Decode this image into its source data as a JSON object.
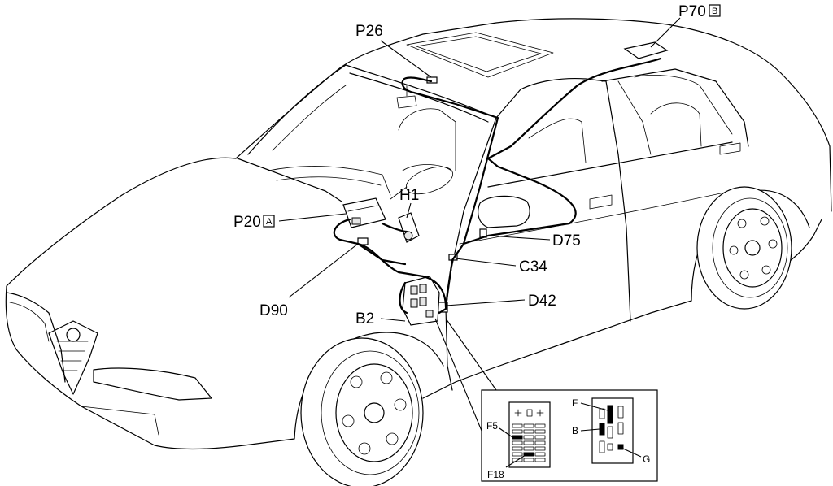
{
  "labels": {
    "p26": "P26",
    "p70": "P70",
    "p70_tag": "B",
    "h1": "H1",
    "p20": "P20",
    "p20_tag": "A",
    "d75": "D75",
    "c34": "C34",
    "d90": "D90",
    "d42": "D42",
    "b2": "B2"
  },
  "inset": {
    "f5": "F5",
    "f18": "F18",
    "f": "F",
    "b": "B",
    "g": "G"
  }
}
